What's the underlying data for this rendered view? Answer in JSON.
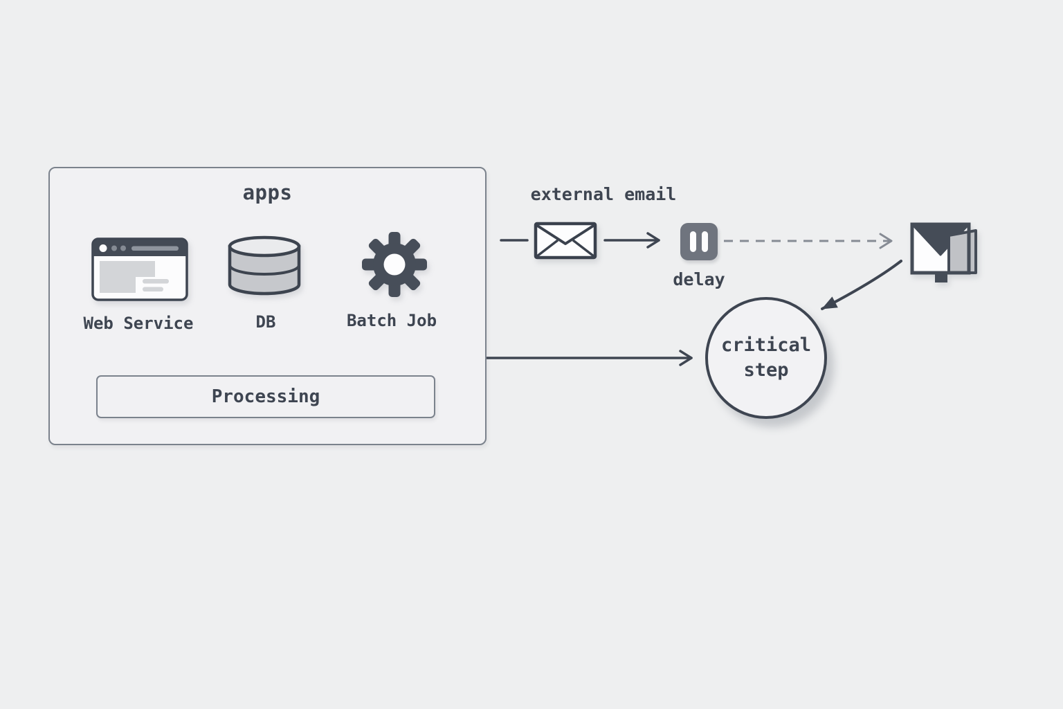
{
  "colors": {
    "background": "#eeeff0",
    "ink": "#3e4551",
    "box_border": "#7b828c",
    "muted_arrow": "#6e7580",
    "dashed_arrow": "#868b94",
    "pause_fill": "#6f747e",
    "icon_dark": "#454c57",
    "cylinder_fill": "#c6c8cc"
  },
  "diagram": {
    "apps_box": {
      "title": "apps",
      "nodes": [
        {
          "id": "web-service",
          "label": "Web Service",
          "icon": "browser-icon"
        },
        {
          "id": "db",
          "label": "DB",
          "icon": "database-icon"
        },
        {
          "id": "batch-job",
          "label": "Batch Job",
          "icon": "gear-icon"
        }
      ],
      "processing_label": "Processing"
    },
    "email_flow": {
      "label": "external email",
      "envelope_icon": "envelope-icon",
      "delay_label": "delay",
      "delay_icon": "pause-icon",
      "inbox_icon": "mail-inbox-icon"
    },
    "critical_step": {
      "line1": "critical",
      "line2": "step"
    }
  }
}
